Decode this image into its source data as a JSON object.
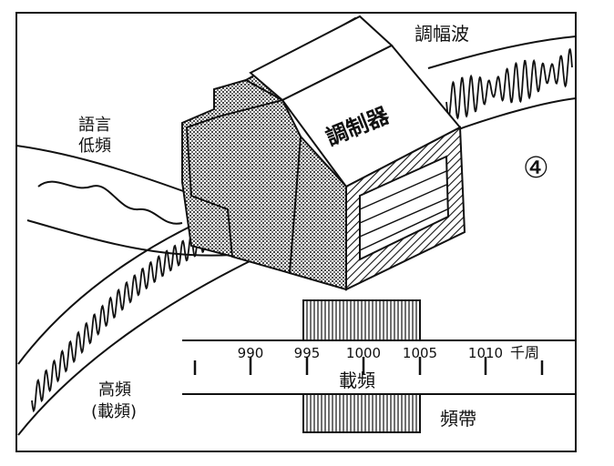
{
  "labels": {
    "modulated_wave": "調幅波",
    "modulator": "調制器",
    "audio_line1": "語言",
    "audio_line2": "低頻",
    "figure_number": "④",
    "hf_line1": "高頻",
    "hf_line2": "(載頻)",
    "carrier": "載頻",
    "band": "頻帶"
  },
  "scale": {
    "ticks": [
      "990",
      "995",
      "1000",
      "1005",
      "1010"
    ],
    "unit": "千周"
  }
}
